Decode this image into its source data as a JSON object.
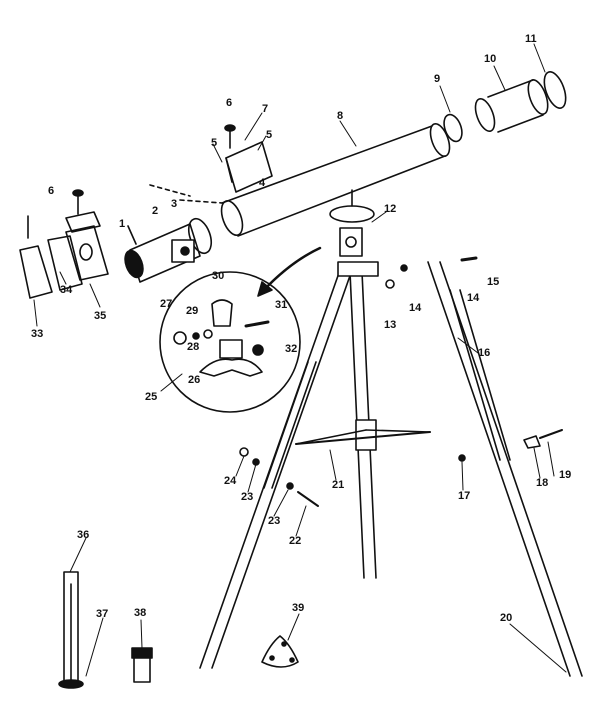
{
  "diagram": {
    "type": "exploded-parts-diagram",
    "colors": {
      "ink": "#111111",
      "paper": "#ffffff"
    },
    "callouts": [
      {
        "id": "c1",
        "label": "1"
      },
      {
        "id": "c2",
        "label": "2"
      },
      {
        "id": "c3",
        "label": "3"
      },
      {
        "id": "c4",
        "label": "4"
      },
      {
        "id": "c5a",
        "label": "5"
      },
      {
        "id": "c5b",
        "label": "5"
      },
      {
        "id": "c6a",
        "label": "6"
      },
      {
        "id": "c6b",
        "label": "6"
      },
      {
        "id": "c7",
        "label": "7"
      },
      {
        "id": "c8",
        "label": "8"
      },
      {
        "id": "c9",
        "label": "9"
      },
      {
        "id": "c10",
        "label": "10"
      },
      {
        "id": "c11",
        "label": "11"
      },
      {
        "id": "c12",
        "label": "12"
      },
      {
        "id": "c13",
        "label": "13"
      },
      {
        "id": "c14a",
        "label": "14"
      },
      {
        "id": "c14b",
        "label": "14"
      },
      {
        "id": "c15",
        "label": "15"
      },
      {
        "id": "c16",
        "label": "16"
      },
      {
        "id": "c17",
        "label": "17"
      },
      {
        "id": "c18",
        "label": "18"
      },
      {
        "id": "c19",
        "label": "19"
      },
      {
        "id": "c20",
        "label": "20"
      },
      {
        "id": "c21",
        "label": "21"
      },
      {
        "id": "c22",
        "label": "22"
      },
      {
        "id": "c23a",
        "label": "23"
      },
      {
        "id": "c23b",
        "label": "23"
      },
      {
        "id": "c24",
        "label": "24"
      },
      {
        "id": "c25",
        "label": "25"
      },
      {
        "id": "c26",
        "label": "26"
      },
      {
        "id": "c27",
        "label": "27"
      },
      {
        "id": "c28",
        "label": "28"
      },
      {
        "id": "c29",
        "label": "29"
      },
      {
        "id": "c30",
        "label": "30"
      },
      {
        "id": "c31",
        "label": "31"
      },
      {
        "id": "c32",
        "label": "32"
      },
      {
        "id": "c33",
        "label": "33"
      },
      {
        "id": "c34",
        "label": "34"
      },
      {
        "id": "c35",
        "label": "35"
      },
      {
        "id": "c36",
        "label": "36"
      },
      {
        "id": "c37",
        "label": "37"
      },
      {
        "id": "c38",
        "label": "38"
      },
      {
        "id": "c39",
        "label": "39"
      }
    ]
  }
}
